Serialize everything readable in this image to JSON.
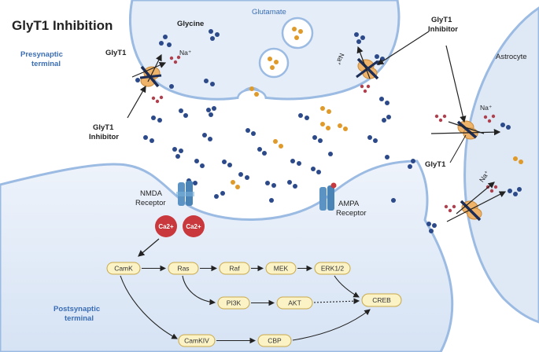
{
  "title": "GlyT1 Inhibition",
  "labels": {
    "glycine": "Glycine",
    "glutamate": "Glutamate",
    "presynaptic_1": "Presynaptic",
    "presynaptic_2": "terminal",
    "glyt1_pre": "GlyT1",
    "na_pre_left": "Na⁺",
    "na_pre_right": "Na⁺",
    "inhibitor_left_1": "GlyT1",
    "inhibitor_left_2": "Inhibitor",
    "inhibitor_right_1": "GlyT1",
    "inhibitor_right_2": "Inhibitor",
    "astrocyte": "Astrocyte",
    "na_astro_1": "Na⁺",
    "na_astro_2": "Na⁺",
    "glyt1_astro": "GlyT1",
    "nmda_1": "NMDA",
    "nmda_2": "Receptor",
    "ampa_1": "AMPA",
    "ampa_2": "Receptor",
    "ca_1": "Ca2+",
    "ca_2": "Ca2+",
    "postsynaptic_1": "Postsynaptic",
    "postsynaptic_2": "terminal"
  },
  "pathway": {
    "camk": "CamK",
    "ras": "Ras",
    "raf": "Raf",
    "mek": "MEK",
    "erk": "ERK1/2",
    "pi3k": "PI3K",
    "akt": "AKT",
    "creb": "CREB",
    "camkiv": "CamKIV",
    "cbp": "CBP"
  },
  "colors": {
    "membrane_fill": "#dfe9f6",
    "membrane_stroke": "#9cbbe3",
    "glycine_dot": "#2c4a8a",
    "glutamate_dot": "#e09a2a",
    "sodium_dot": "#b0404e",
    "transporter": "#f0b36a",
    "inhibitor_bar": "#1c2d57",
    "receptor": "#5a93c4",
    "calcium": "#c9383c",
    "pill_fill": "#fbf3c6",
    "pill_stroke": "#c9a848",
    "label_blue": "#3a6db5"
  }
}
